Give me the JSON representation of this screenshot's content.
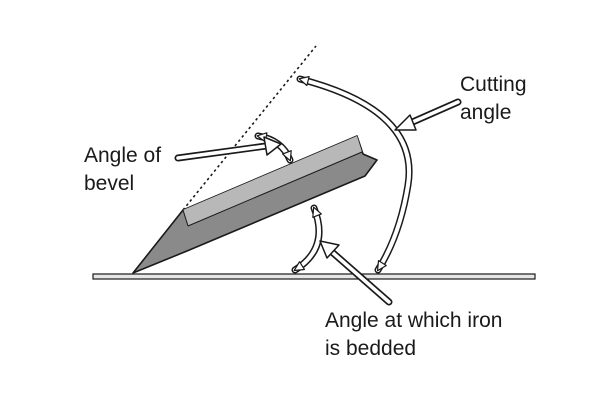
{
  "labels": {
    "cutting_angle_line1": "Cutting",
    "cutting_angle_line2": "angle",
    "bevel_angle_line1": "Angle of",
    "bevel_angle_line2": "bevel",
    "bedding_angle_line1": "Angle at which iron",
    "bedding_angle_line2": "is bedded"
  },
  "colors": {
    "blade_fill": "#8a8a8a",
    "blade_highlight": "#b8b8b8",
    "outline": "#1a1a1a",
    "arrow_fill": "#ffffff",
    "base_fill": "#e6e6e6"
  }
}
